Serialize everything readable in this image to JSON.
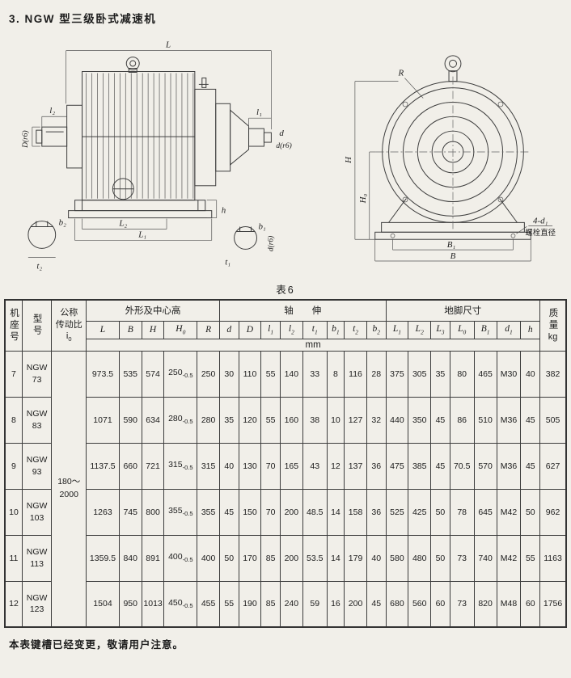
{
  "page": {
    "title": "3. NGW 型三级卧式减速机",
    "table_caption": "表6",
    "footer_note": "本表键槽已经变更，敬请用户注意。"
  },
  "drawings": {
    "side_view": {
      "L": "L",
      "l2": "l₂",
      "l1": "l₁",
      "d": "d",
      "d_r6": "d(r6)",
      "D_r6": "D(r6)",
      "L2": "L₂",
      "L1": "L₁",
      "h": "h",
      "b2": "b₂",
      "t2": "t₂",
      "b1": "b₁",
      "t1": "t₁",
      "d_r6_section": "d(r6)"
    },
    "front_view": {
      "R": "R",
      "H": "H",
      "H0": "H₀",
      "B1": "B₁",
      "B": "B",
      "bolt_qty": "4-d₁",
      "bolt_note": "螺栓直径"
    }
  },
  "table": {
    "headers": {
      "frame": "机座号",
      "model": "型号",
      "ratio_label_1": "公称",
      "ratio_label_2": "传动比",
      "ratio_symbol": "i_0",
      "group_outline": "外形及中心高",
      "group_shaft": "轴　　伸",
      "group_foot": "地脚尺寸",
      "mass_label": "质量",
      "mass_unit": "kg",
      "unit": "mm",
      "columns": [
        "L",
        "B",
        "H",
        "H_0",
        "R",
        "d",
        "D",
        "l_1",
        "l_2",
        "t_1",
        "b_1",
        "t_2",
        "b_2",
        "L_1",
        "L_2",
        "L_3",
        "L_0",
        "B_1",
        "d_1",
        "h"
      ]
    },
    "ratio_value": "180～\n2000",
    "rows": [
      {
        "frame": "7",
        "model": "NGW 73",
        "values": [
          "973.5",
          "535",
          "574",
          "250_-0.5",
          "250",
          "30",
          "110",
          "55",
          "140",
          "33",
          "8",
          "116",
          "28",
          "375",
          "305",
          "35",
          "80",
          "465",
          "M30",
          "40",
          "382"
        ]
      },
      {
        "frame": "8",
        "model": "NGW 83",
        "values": [
          "1071",
          "590",
          "634",
          "280_-0.5",
          "280",
          "35",
          "120",
          "55",
          "160",
          "38",
          "10",
          "127",
          "32",
          "440",
          "350",
          "45",
          "86",
          "510",
          "M36",
          "45",
          "505"
        ]
      },
      {
        "frame": "9",
        "model": "NGW 93",
        "values": [
          "1137.5",
          "660",
          "721",
          "315_-0.5",
          "315",
          "40",
          "130",
          "70",
          "165",
          "43",
          "12",
          "137",
          "36",
          "475",
          "385",
          "45",
          "70.5",
          "570",
          "M36",
          "45",
          "627"
        ]
      },
      {
        "frame": "10",
        "model": "NGW 103",
        "values": [
          "1263",
          "745",
          "800",
          "355_-0.5",
          "355",
          "45",
          "150",
          "70",
          "200",
          "48.5",
          "14",
          "158",
          "36",
          "525",
          "425",
          "50",
          "78",
          "645",
          "M42",
          "50",
          "962"
        ]
      },
      {
        "frame": "11",
        "model": "NGW 113",
        "values": [
          "1359.5",
          "840",
          "891",
          "400_-0.5",
          "400",
          "50",
          "170",
          "85",
          "200",
          "53.5",
          "14",
          "179",
          "40",
          "580",
          "480",
          "50",
          "73",
          "740",
          "M42",
          "55",
          "1163"
        ]
      },
      {
        "frame": "12",
        "model": "NGW 123",
        "values": [
          "1504",
          "950",
          "1013",
          "450_-0.5",
          "455",
          "55",
          "190",
          "85",
          "240",
          "59",
          "16",
          "200",
          "45",
          "680",
          "560",
          "60",
          "73",
          "820",
          "M48",
          "60",
          "1756"
        ]
      }
    ]
  }
}
